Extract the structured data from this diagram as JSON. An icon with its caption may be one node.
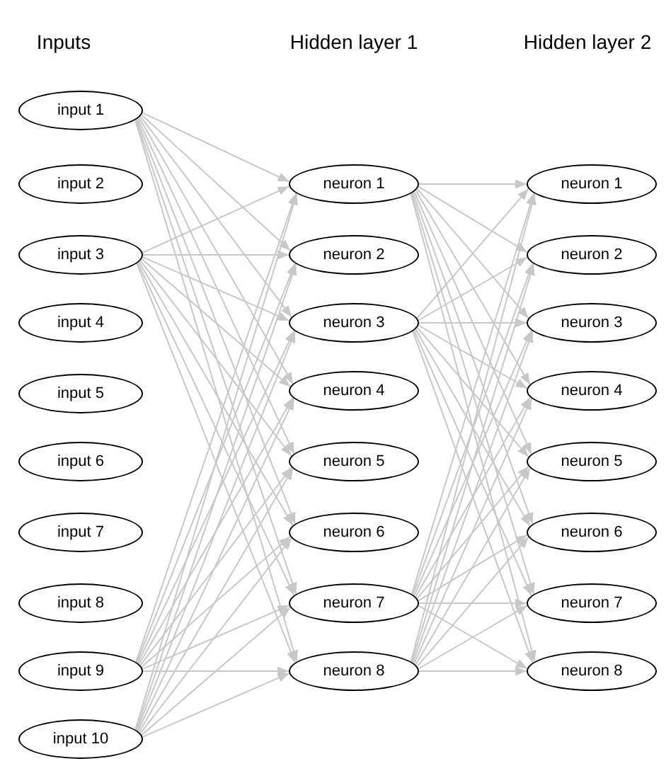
{
  "diagram": {
    "nodes": [
      {
        "text": [
          "input 1"
        ]
      },
      {
        "text": [
          "input 2"
        ]
      },
      {
        "text": [
          "input 3"
        ]
      },
      {
        "text": [
          "input 4"
        ]
      },
      {
        "text": [
          "input 5"
        ]
      },
      {
        "text": [
          "input 6"
        ]
      },
      {
        "text": [
          "input 7"
        ]
      },
      {
        "text": [
          "input 8"
        ]
      },
      {
        "text": [
          "input 9"
        ]
      },
      {
        "text": [
          "input 10"
        ]
      },
      {
        "text": [
          "neuron 1"
        ]
      },
      {
        "text": [
          "neuron 2"
        ]
      },
      {
        "text": [
          "neuron 3"
        ]
      },
      {
        "text": [
          "neuron 4"
        ]
      },
      {
        "text": [
          "neuron 5"
        ]
      },
      {
        "text": [
          "neuron 6"
        ]
      },
      {
        "text": [
          "neuron 7"
        ]
      },
      {
        "text": [
          "neuron 8"
        ]
      },
      {
        "text": [
          "neuron 1"
        ]
      },
      {
        "text": [
          "neuron 2"
        ]
      },
      {
        "text": [
          "neuron 3"
        ]
      },
      {
        "text": [
          "neuron 4"
        ]
      },
      {
        "text": [
          "neuron 5"
        ]
      },
      {
        "text": [
          "neuron 6"
        ]
      },
      {
        "text": [
          "neuron 7"
        ]
      },
      {
        "text": [
          "neuron 8"
        ]
      }
    ],
    "edges": [
      {
        "from": 0,
        "to": 10,
        "arrow": "to"
      },
      {
        "from": 0,
        "to": 11,
        "arrow": "to"
      },
      {
        "from": 0,
        "to": 12,
        "arrow": "to"
      },
      {
        "from": 0,
        "to": 13,
        "arrow": "to"
      },
      {
        "from": 0,
        "to": 14,
        "arrow": "to"
      },
      {
        "from": 0,
        "to": 15,
        "arrow": "to"
      },
      {
        "from": 0,
        "to": 16,
        "arrow": "to"
      },
      {
        "from": 0,
        "to": 17,
        "arrow": "to"
      },
      {
        "from": 2,
        "to": 10,
        "arrow": "to"
      },
      {
        "from": 2,
        "to": 11,
        "arrow": "to"
      },
      {
        "from": 2,
        "to": 12,
        "arrow": "to"
      },
      {
        "from": 2,
        "to": 13,
        "arrow": "to"
      },
      {
        "from": 2,
        "to": 14,
        "arrow": "to"
      },
      {
        "from": 2,
        "to": 15,
        "arrow": "to"
      },
      {
        "from": 2,
        "to": 16,
        "arrow": "to"
      },
      {
        "from": 2,
        "to": 17,
        "arrow": "to"
      },
      {
        "from": 8,
        "to": 10,
        "arrow": "to"
      },
      {
        "from": 8,
        "to": 11,
        "arrow": "to"
      },
      {
        "from": 8,
        "to": 12,
        "arrow": "to"
      },
      {
        "from": 8,
        "to": 13,
        "arrow": "to"
      },
      {
        "from": 8,
        "to": 14,
        "arrow": "to"
      },
      {
        "from": 8,
        "to": 15,
        "arrow": "to"
      },
      {
        "from": 8,
        "to": 16,
        "arrow": "to"
      },
      {
        "from": 8,
        "to": 17,
        "arrow": "to"
      },
      {
        "from": 9,
        "to": 10,
        "arrow": "to"
      },
      {
        "from": 9,
        "to": 11,
        "arrow": "to"
      },
      {
        "from": 9,
        "to": 12,
        "arrow": "to"
      },
      {
        "from": 9,
        "to": 13,
        "arrow": "to"
      },
      {
        "from": 9,
        "to": 14,
        "arrow": "to"
      },
      {
        "from": 9,
        "to": 15,
        "arrow": "to"
      },
      {
        "from": 9,
        "to": 16,
        "arrow": "to"
      },
      {
        "from": 9,
        "to": 17,
        "arrow": "to"
      },
      {
        "from": 10,
        "to": 18,
        "arrow": "to"
      },
      {
        "from": 10,
        "to": 19,
        "arrow": "to"
      },
      {
        "from": 10,
        "to": 20,
        "arrow": "to"
      },
      {
        "from": 10,
        "to": 21,
        "arrow": "to"
      },
      {
        "from": 10,
        "to": 22,
        "arrow": "to"
      },
      {
        "from": 10,
        "to": 23,
        "arrow": "to"
      },
      {
        "from": 10,
        "to": 24,
        "arrow": "to"
      },
      {
        "from": 10,
        "to": 25,
        "arrow": "to"
      },
      {
        "from": 12,
        "to": 18,
        "arrow": "to"
      },
      {
        "from": 12,
        "to": 19,
        "arrow": "to"
      },
      {
        "from": 12,
        "to": 20,
        "arrow": "to"
      },
      {
        "from": 12,
        "to": 21,
        "arrow": "to"
      },
      {
        "from": 12,
        "to": 22,
        "arrow": "to"
      },
      {
        "from": 12,
        "to": 23,
        "arrow": "to"
      },
      {
        "from": 12,
        "to": 24,
        "arrow": "to"
      },
      {
        "from": 12,
        "to": 25,
        "arrow": "to"
      },
      {
        "from": 16,
        "to": 18,
        "arrow": "to"
      },
      {
        "from": 16,
        "to": 19,
        "arrow": "to"
      },
      {
        "from": 16,
        "to": 20,
        "arrow": "to"
      },
      {
        "from": 16,
        "to": 21,
        "arrow": "to"
      },
      {
        "from": 16,
        "to": 22,
        "arrow": "to"
      },
      {
        "from": 16,
        "to": 23,
        "arrow": "to"
      },
      {
        "from": 16,
        "to": 24,
        "arrow": "to"
      },
      {
        "from": 16,
        "to": 25,
        "arrow": "to"
      },
      {
        "from": 17,
        "to": 18,
        "arrow": "to"
      },
      {
        "from": 17,
        "to": 19,
        "arrow": "to"
      },
      {
        "from": 17,
        "to": 20,
        "arrow": "to"
      },
      {
        "from": 17,
        "to": 21,
        "arrow": "to"
      },
      {
        "from": 17,
        "to": 22,
        "arrow": "to"
      },
      {
        "from": 17,
        "to": 23,
        "arrow": "to"
      },
      {
        "from": 17,
        "to": 24,
        "arrow": "to"
      },
      {
        "from": 17,
        "to": 25,
        "arrow": "to"
      }
    ],
    "labels": [
      "Inputs",
      "Hidden layer 1",
      "Hidden layer 2"
    ]
  }
}
